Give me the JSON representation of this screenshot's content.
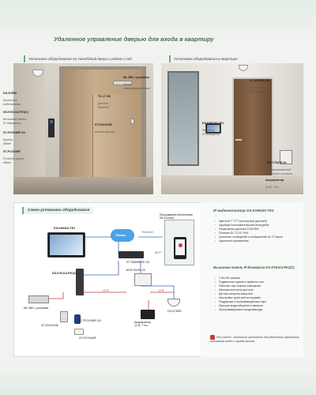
{
  "header": {
    "title": "Удаленное управление дверью для входа в квартиру"
  },
  "photos": {
    "left_label": "Установка оборудования на Наеобдной двери и рядом с ней",
    "right_label": "Установка оборудования в квартире"
  },
  "left_callouts": {
    "cam": {
      "code": "DS-2CE56",
      "desc": "Купольная\nвидеокамера"
    },
    "reader": {
      "code": "DS-KV6113-PE1(C)",
      "desc": "Вызывная панель\nIP-домофона"
    },
    "card": {
      "code": "ST-PC019MF-G4",
      "desc": "Брелок\nMifare"
    },
    "card2": {
      "code": "ST-PC016MF",
      "desc": "Proximity-карта\nMifare"
    },
    "lock": {
      "code": "ML-380 с уголками",
      "desc": "Замок\nэлектромагнитный"
    },
    "closer": {
      "code": "TK-17 ББ",
      "desc": "Датчик\nдверной"
    },
    "btn": {
      "code": "ST-EX010SM",
      "desc": "Кнопка выхода"
    }
  },
  "right_callouts": {
    "cam": {
      "code": "ST-DS542F-NA",
      "desc": "Сетевая\nPoE камера"
    },
    "monitor": {
      "code": "DS-KH6320-TE1",
      "desc": "Монитор\nIP-домофона"
    },
    "psu": {
      "code": "ББП-ПАЛН-20",
      "desc": "Резервированный\nисточник питания"
    },
    "bat": {
      "code": "Аккумулятор",
      "desc": "12 В, 7 Ач"
    }
  },
  "schema": {
    "title": "Схема установки оборудования",
    "monitor_code": "DS-KH6320-TE1",
    "panel_code": "DS-KV6113-PE1(C)",
    "cloud": "Облако",
    "app": "Программный обеспечение\nHik-Connect",
    "poe_switch": "ST-S5508POE-2G",
    "lock_code": "ML-380 с уголками",
    "exit_code": "ST-EX010SM",
    "fob": "ST-PC019MF-G4",
    "card": "ST-PC016MF",
    "psu": "ББП-ПАЛН-20",
    "battery": "Аккумулятор\n12 В, 7 Ач",
    "camera": "DS-2CE5D",
    "v12a": "12 В",
    "v12b": "12 В",
    "ethernet": "Ethernet",
    "wifi": "Wi-Fi"
  },
  "spec_monitor": {
    "title": "IP видеомонитор DS-KH6320-TE1",
    "items": [
      "Цветной 7\" TFT (сенсорный дисплей)",
      "Удобный пользовательский интерфейс",
      "Разрешение дисплея 1024*600",
      "Питание DC 12 В / PoE",
      "Хранение сообщений и изображений на TF-карте",
      "Удаленное управление"
    ]
  },
  "spec_panel": {
    "title": "Вызывная панель IP-домофона DS-KV6113-PE1(C)",
    "items": [
      "2 Мп HD-камера",
      "Подавление шумов и эффекта эха",
      "Работает при низком освещении",
      "Функция контроля доступа",
      "Датчик контроля вскрытия",
      "Настройка через веб-интерфейс",
      "Поддержка 4 программируемых карт",
      "Функция видеообщения и звонков",
      "Программируемые входы/выходы"
    ]
  },
  "footnote": "Hik-Connect - мобильное приложение для удаленного управления, просмотра видео и приема вызова",
  "colors": {
    "accent": "#6fa888",
    "wire_blue": "#3a68b4",
    "wire_red": "#c53d3d"
  }
}
